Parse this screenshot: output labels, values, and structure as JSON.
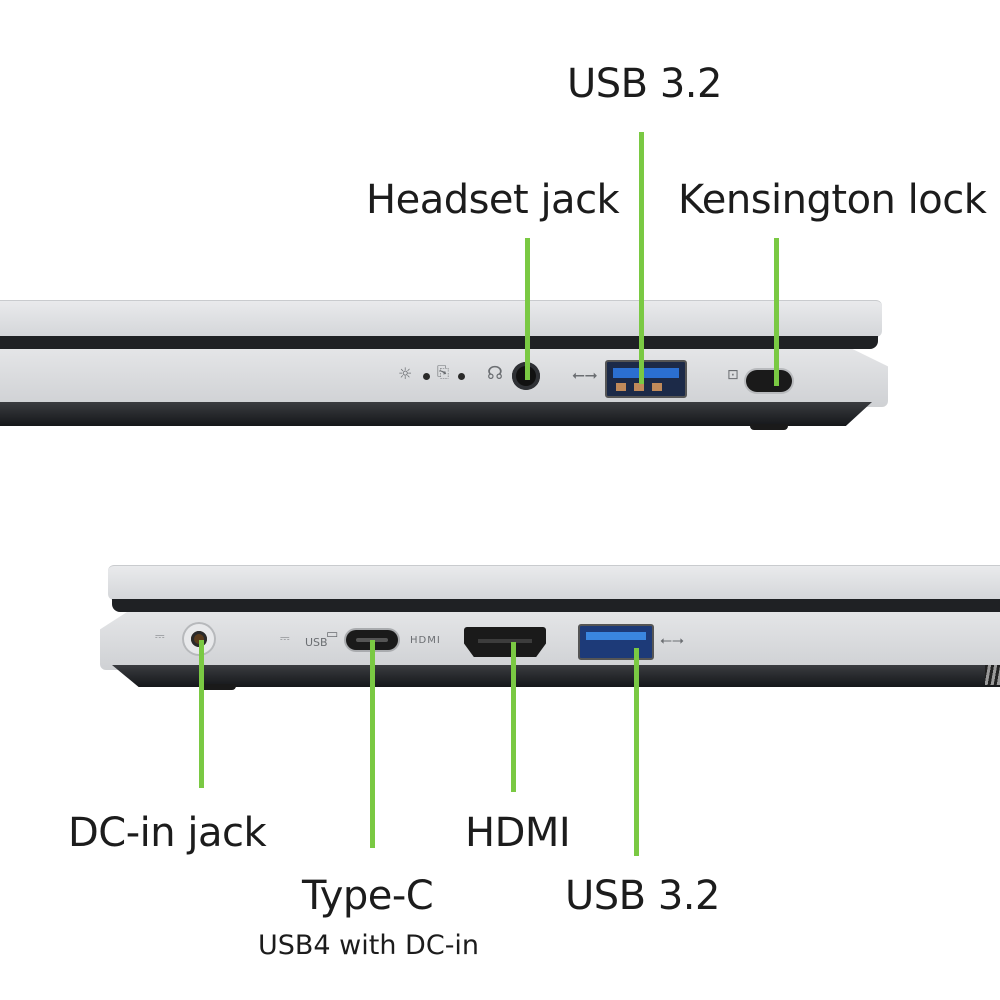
{
  "top_view": {
    "side": "right",
    "labels": {
      "usb": "USB 3.2",
      "headset": "Headset jack",
      "kensington": "Kensington lock"
    },
    "indicators": [
      "power-led",
      "battery-led"
    ]
  },
  "bottom_view": {
    "side": "left",
    "labels": {
      "dc_in": "DC-in jack",
      "type_c": "Type-C",
      "type_c_sub": "USB4 with DC-in",
      "hdmi": "HDMI",
      "usb": "USB 3.2"
    },
    "port_markings": {
      "usb_c": "USB",
      "hdmi": "HDMI"
    }
  },
  "colors": {
    "leader_line": "#7ac943",
    "usb_blue": "#2b6fd1",
    "chassis_silver": "#dcdee1",
    "seam_dark": "#1f2124"
  }
}
